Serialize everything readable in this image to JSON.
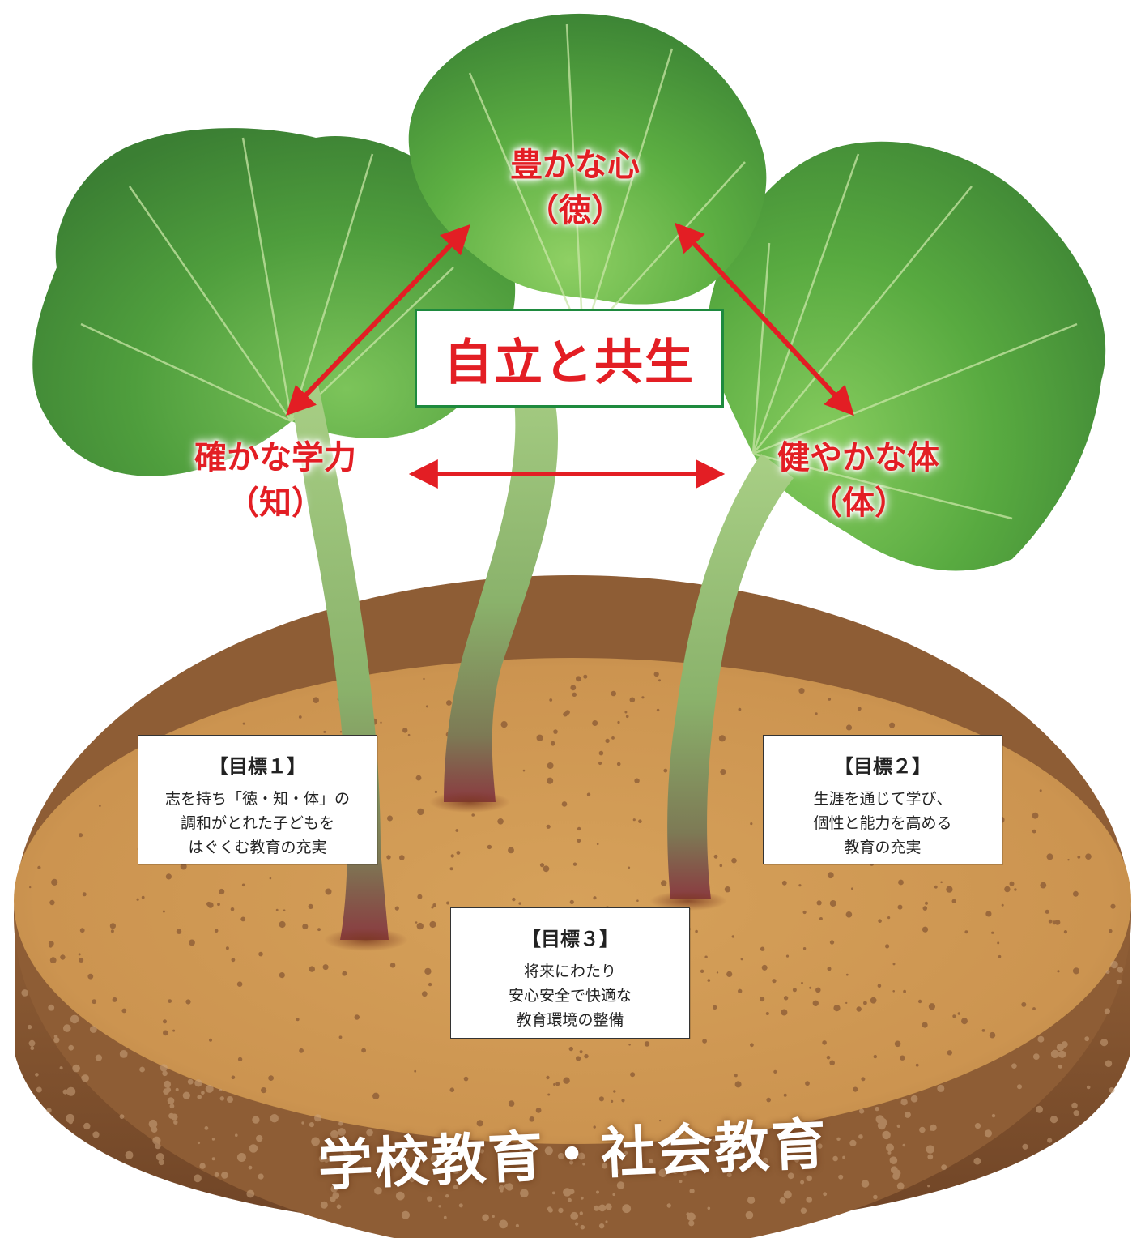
{
  "colors": {
    "accent_red": "#e31e24",
    "leaf_green": "#4fa43a",
    "stem_green": "#8cba6e",
    "soil_top": "#cf9a55",
    "soil_side": "#8a5a33",
    "box_border_green": "#1e8a3e"
  },
  "core": {
    "label": "自立と共生"
  },
  "pillars": {
    "heart": {
      "line1": "豊かな心",
      "line2": "（徳）"
    },
    "academic": {
      "line1": "確かな学力",
      "line2": "（知）"
    },
    "body": {
      "line1": "健やかな体",
      "line2": "（体）"
    }
  },
  "goals": [
    {
      "title": "【目標１】",
      "lines": [
        "志を持ち「徳・知・体」の",
        "調和がとれた子どもを",
        "はぐくむ教育の充実"
      ]
    },
    {
      "title": "【目標２】",
      "lines": [
        "生涯を通じて学び、",
        "個性と能力を高める",
        "教育の充実"
      ]
    },
    {
      "title": "【目標３】",
      "lines": [
        "将来にわたり",
        "安心安全で快適な",
        "教育環境の整備"
      ]
    }
  ],
  "foundation": {
    "label": "学校教育・社会教育"
  }
}
